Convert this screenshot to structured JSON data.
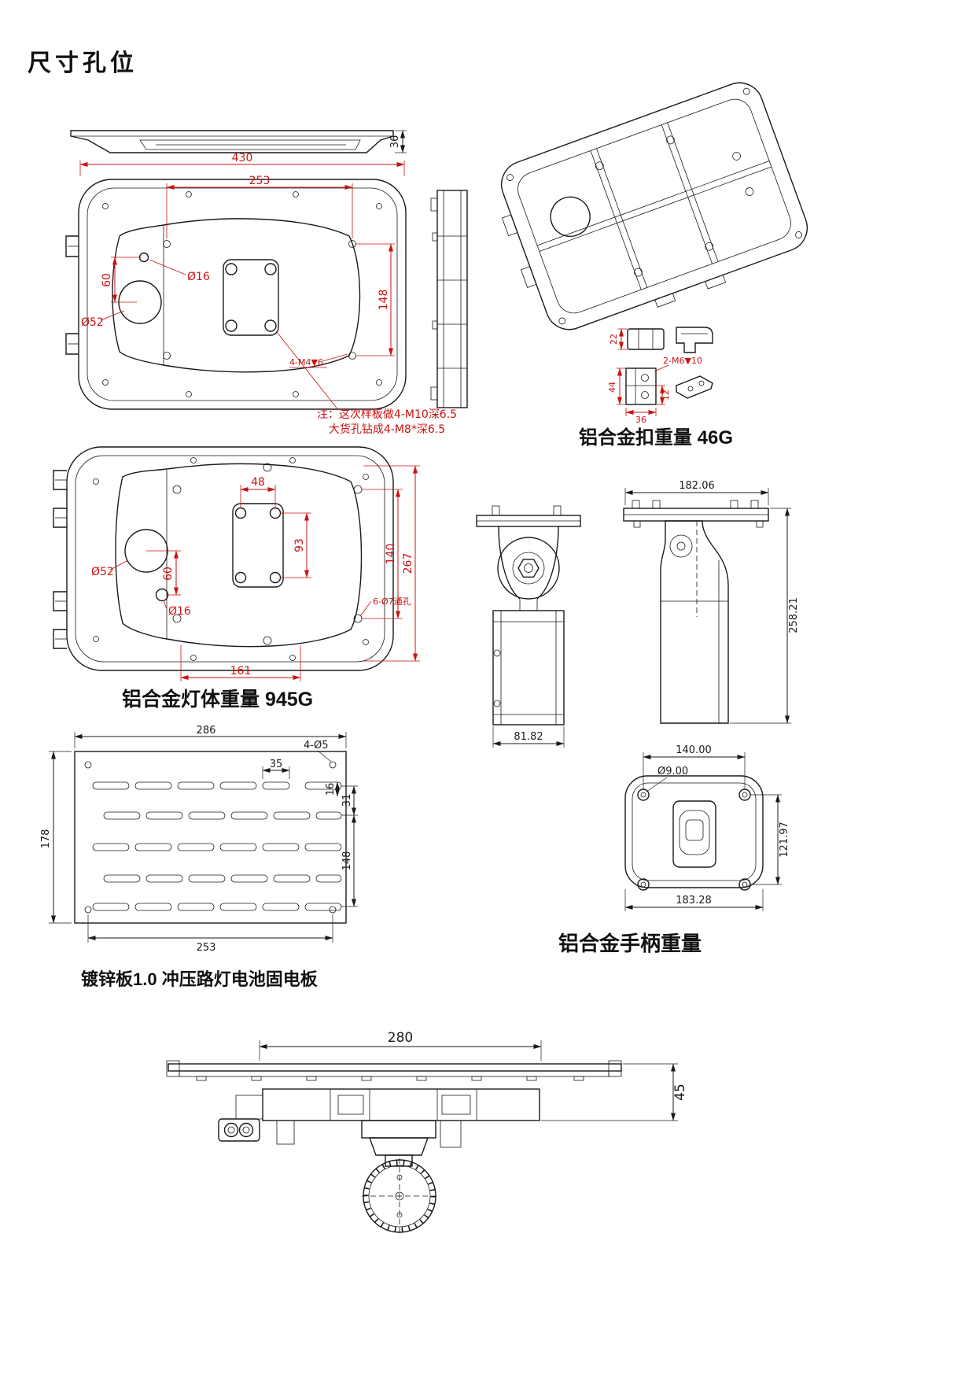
{
  "title": "尺寸孔位",
  "colors": {
    "dim_red": "#cc1111",
    "line": "#1a1a1a"
  },
  "views": {
    "lid_side": {
      "dim_36": "36"
    },
    "body_top_a": {
      "dim_430": "430",
      "dim_253": "253",
      "dim_60": "60",
      "dim_d16": "Ø16",
      "dim_d52": "Ø52",
      "dim_148": "148",
      "dim_4m4": "4-M4▼6",
      "note_line1": "注：这次样板做4-M10深6.5",
      "note_line2": "大货孔钻成4-M8*深6.5"
    },
    "buckle": {
      "dim_22": "22",
      "dim_2m6": "2-M6▼10",
      "dim_44": "44",
      "dim_12": "12",
      "dim_36": "36",
      "label": "铝合金扣重量 46G"
    },
    "body_top_b": {
      "dim_48": "48",
      "dim_93": "93",
      "dim_140": "140",
      "dim_267": "267",
      "dim_60": "60",
      "dim_d52": "Ø52",
      "dim_d16": "Ø16",
      "dim_6d7": "6-Ø7通孔",
      "dim_161": "161",
      "label": "铝合金灯体重量 945G"
    },
    "handle": {
      "dim_18206": "182.06",
      "dim_25821": "258.21",
      "dim_8182": "81.82",
      "dim_14000": "140.00",
      "dim_d900": "Ø9.00",
      "dim_12197": "121.97",
      "dim_18328": "183.28",
      "label": "铝合金手柄重量"
    },
    "plate": {
      "dim_286": "286",
      "dim_4d5": "4-Ø5",
      "dim_35": "35",
      "dim_16": "16",
      "dim_31": "31",
      "dim_148": "148",
      "dim_178": "178",
      "dim_253": "253",
      "label": "镀锌板1.0 冲压路灯电池固电板"
    },
    "assembly": {
      "dim_280": "280",
      "dim_45": "45"
    }
  }
}
